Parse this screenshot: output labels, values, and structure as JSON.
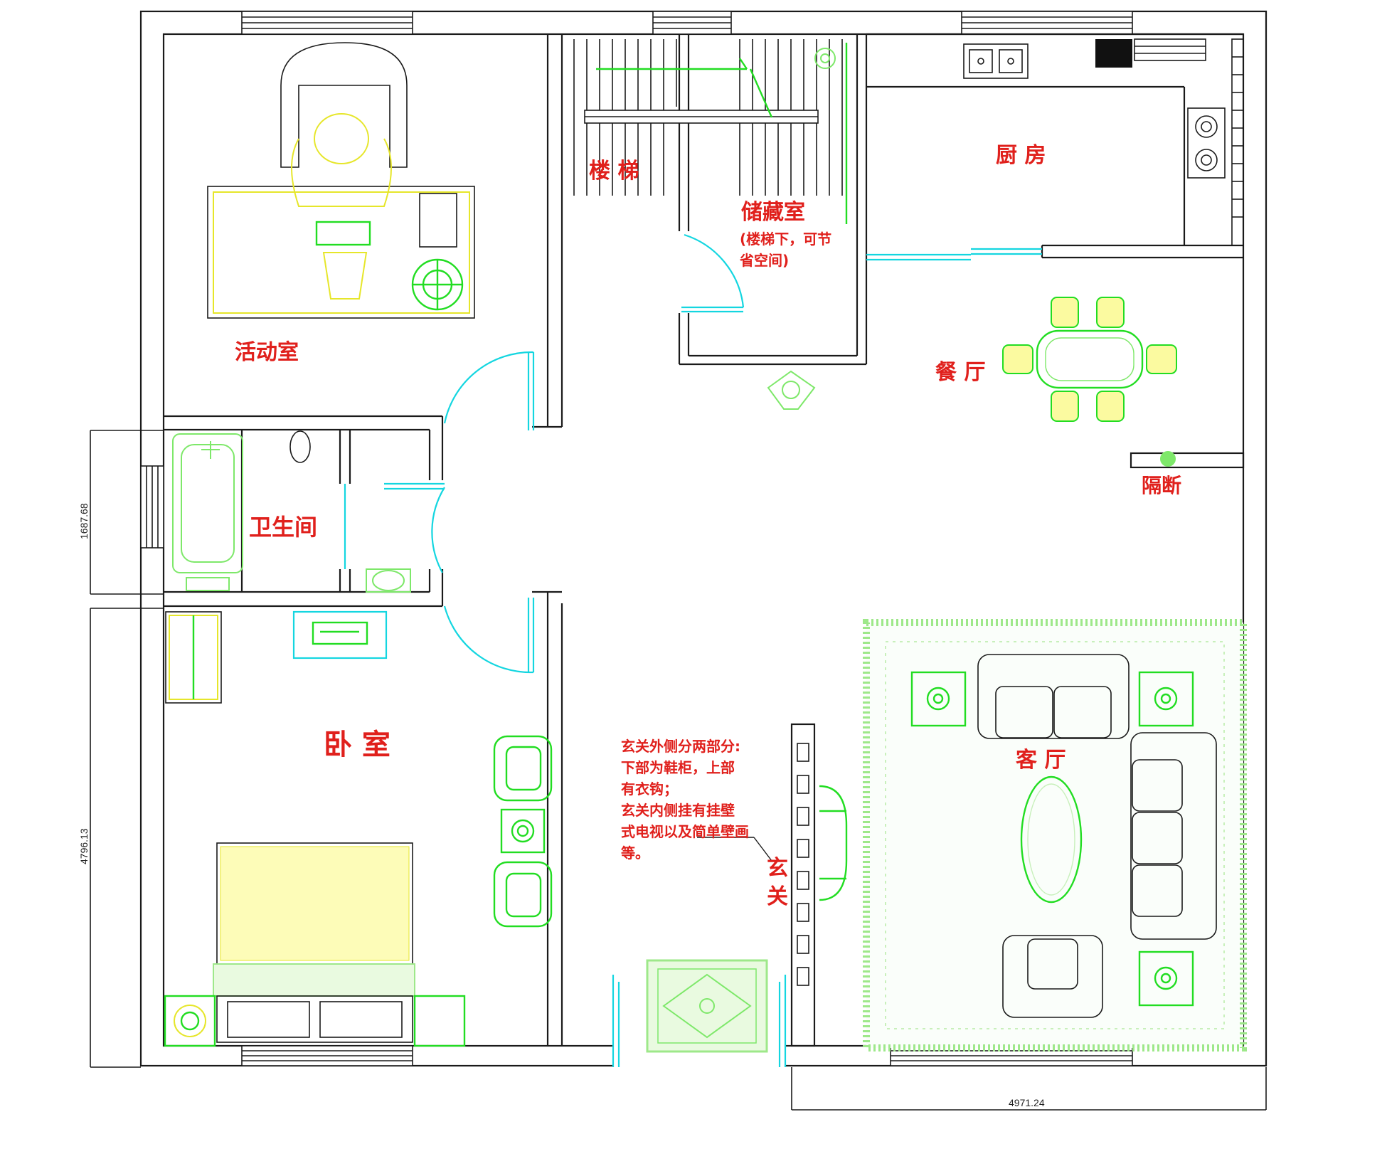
{
  "rooms": {
    "activity_room": "活动室",
    "stairs": "楼 梯",
    "storage": "储藏室",
    "storage_note_1": "(楼梯下，可节",
    "storage_note_2": "省空间)",
    "kitchen": "厨 房",
    "dining": "餐 厅",
    "partition": "隔断",
    "bathroom": "卫生间",
    "bedroom": "卧 室",
    "living_room": "客 厅",
    "entrance_1": "玄",
    "entrance_2": "关"
  },
  "entrance_note": [
    "玄关外侧分两部分:",
    "下部为鞋柜，上部",
    "有衣钩；",
    "玄关内侧挂有挂壁",
    "式电视以及简单壁画",
    "等。"
  ],
  "dimensions": {
    "bath_height": "1687.68",
    "bedroom_height": "4796.13",
    "width": "4971.24"
  },
  "colors": {
    "label": "#e0201c",
    "wall": "#1a1a1a",
    "door": "#14d6e0",
    "furniture_green": "#22dd22",
    "furniture_light": "#7ee86a",
    "furniture_yellow": "#e6e62a"
  }
}
